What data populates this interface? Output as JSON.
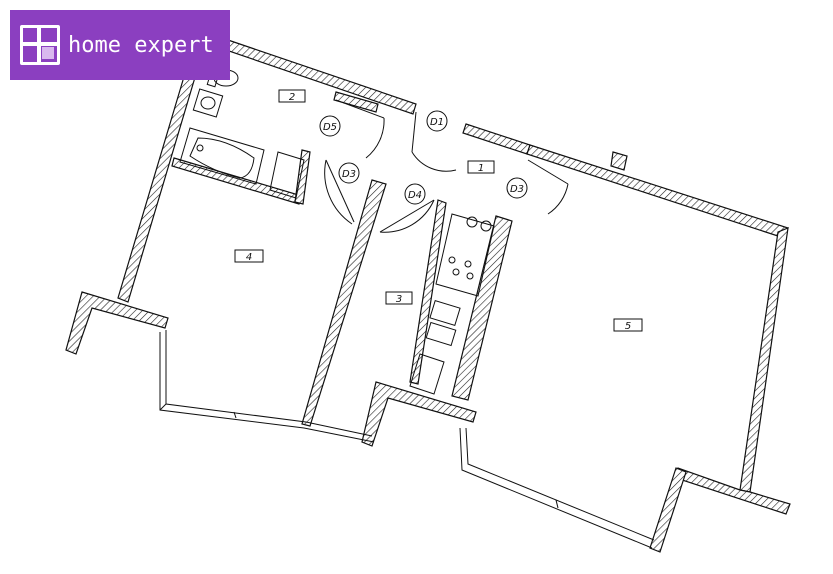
{
  "brand": {
    "name": "home expert",
    "color": "#8b3fc0"
  },
  "rooms": [
    {
      "label": "1"
    },
    {
      "label": "2"
    },
    {
      "label": "3"
    },
    {
      "label": "4"
    },
    {
      "label": "5"
    }
  ],
  "doors": [
    {
      "label": "D1"
    },
    {
      "label": "D3"
    },
    {
      "label": "D3"
    },
    {
      "label": "D4"
    },
    {
      "label": "D5"
    }
  ]
}
